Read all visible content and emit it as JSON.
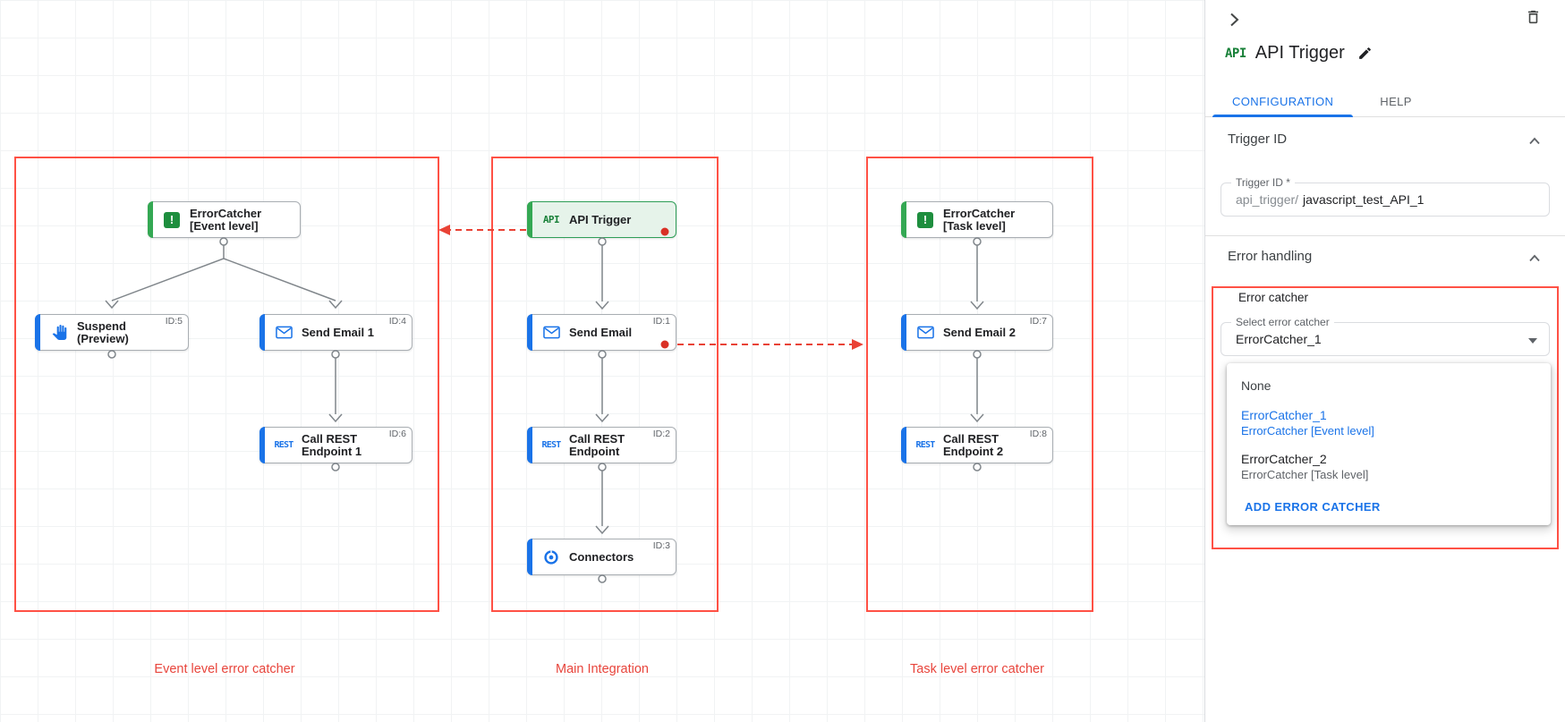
{
  "canvas": {
    "groups": [
      {
        "label": "Event level error catcher"
      },
      {
        "label": "Main Integration"
      },
      {
        "label": "Task level error catcher"
      }
    ],
    "nodes": {
      "ec_event": {
        "title": "ErrorCatcher",
        "subtitle": "[Event level]",
        "id": ""
      },
      "suspend": {
        "title": "Suspend",
        "subtitle": "(Preview)",
        "id": "ID:5"
      },
      "send_email_1": {
        "title": "Send Email 1",
        "subtitle": "",
        "id": "ID:4"
      },
      "call_rest_1": {
        "title": "Call REST",
        "subtitle": "Endpoint 1",
        "id": "ID:6"
      },
      "api_trigger": {
        "title": "API Trigger",
        "subtitle": "",
        "id": ""
      },
      "send_email": {
        "title": "Send Email",
        "subtitle": "",
        "id": "ID:1"
      },
      "call_rest": {
        "title": "Call REST",
        "subtitle": "Endpoint",
        "id": "ID:2"
      },
      "connectors": {
        "title": "Connectors",
        "subtitle": "",
        "id": "ID:3"
      },
      "ec_task": {
        "title": "ErrorCatcher",
        "subtitle": "[Task level]",
        "id": ""
      },
      "send_email_2": {
        "title": "Send Email 2",
        "subtitle": "",
        "id": "ID:7"
      },
      "call_rest_2": {
        "title": "Call REST",
        "subtitle": "Endpoint 2",
        "id": "ID:8"
      }
    },
    "icon_labels": {
      "api": "API",
      "rest": "REST",
      "error": "!"
    }
  },
  "panel": {
    "logo": "API",
    "title": "API Trigger",
    "tabs": [
      {
        "label": "CONFIGURATION"
      },
      {
        "label": "HELP"
      }
    ],
    "trigger_id": {
      "section_title": "Trigger ID",
      "field_label": "Trigger ID *",
      "prefix": "api_trigger/",
      "value": "javascript_test_API_1"
    },
    "error_handling": {
      "section_title": "Error handling",
      "group_label": "Error catcher",
      "select_label": "Select error catcher",
      "select_value": "ErrorCatcher_1",
      "options": [
        {
          "name": "None",
          "detail": ""
        },
        {
          "name": "ErrorCatcher_1",
          "detail": "ErrorCatcher [Event level]"
        },
        {
          "name": "ErrorCatcher_2",
          "detail": "ErrorCatcher [Task level]"
        }
      ],
      "add_button": "ADD ERROR CATCHER"
    }
  },
  "colors": {
    "red_outline": "#ff5145",
    "red_label": "#e8453c",
    "red_arrow": "#e94235",
    "blue": "#1a73e8",
    "green": "#34a853"
  }
}
